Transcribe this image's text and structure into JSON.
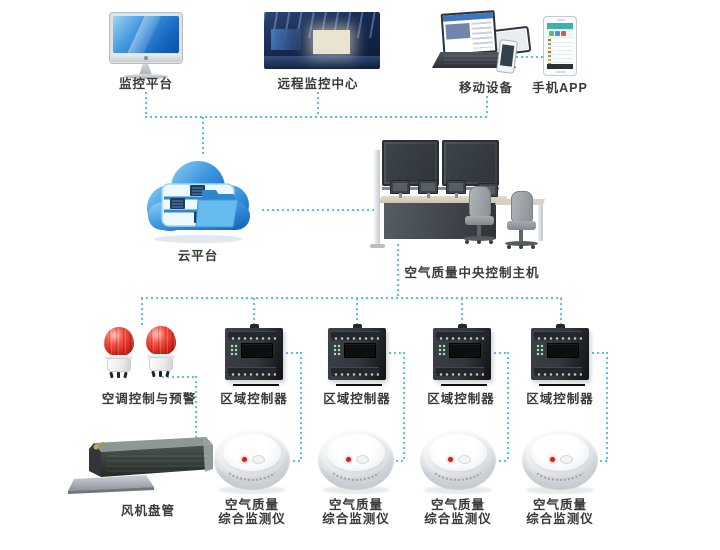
{
  "colors": {
    "connector_line": "#55c3e4",
    "label_text": "#3a3a3a",
    "alarm_red": "#d3291b",
    "cloud_blue": "#3d97e0"
  },
  "nodes": {
    "monitoring_platform": {
      "label": "监控平台"
    },
    "remote_monitoring_center": {
      "label": "远程监控中心"
    },
    "mobile_devices": {
      "label": "移动设备"
    },
    "phone_app": {
      "label": "手机APP"
    },
    "cloud_platform": {
      "label": "云平台"
    },
    "central_control_host": {
      "label": "空气质量中央控制主机"
    },
    "ac_control_and_alarm": {
      "label": "空调控制与预警"
    },
    "zone_controllers": [
      {
        "label": "区域控制器"
      },
      {
        "label": "区域控制器"
      },
      {
        "label": "区域控制器"
      },
      {
        "label": "区域控制器"
      }
    ],
    "fan_coil_unit": {
      "label": "风机盘管"
    },
    "air_quality_monitors": [
      {
        "label_line1": "空气质量",
        "label_line2": "综合监测仪"
      },
      {
        "label_line1": "空气质量",
        "label_line2": "综合监测仪"
      },
      {
        "label_line1": "空气质量",
        "label_line2": "综合监测仪"
      },
      {
        "label_line1": "空气质量",
        "label_line2": "综合监测仪"
      }
    ]
  }
}
